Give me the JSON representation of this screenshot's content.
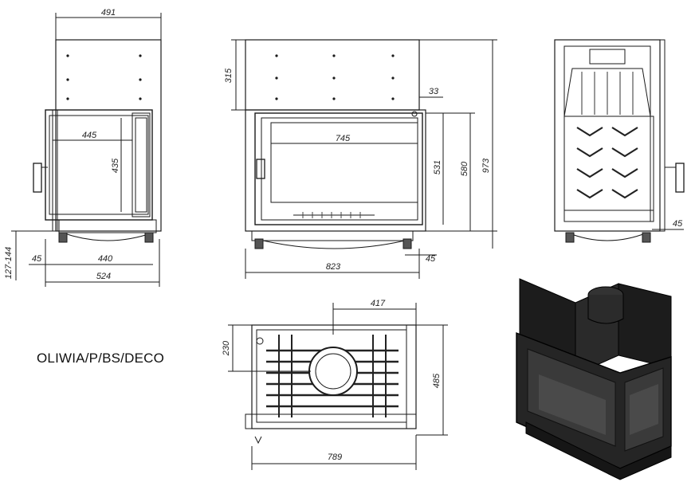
{
  "model_name": "OLIWIA/P/BS/DECO",
  "dimensions": {
    "front_width": "491",
    "front_glass_width": "445",
    "front_glass_height": "435",
    "front_leg_inset": "45",
    "front_base_width": "440",
    "front_total_width": "524",
    "front_leg_height": "127-144",
    "side_top_height": "315",
    "side_offset": "33",
    "side_glass_width": "745",
    "side_glass_height": "531",
    "side_door_height": "580",
    "side_total_height": "973",
    "side_total_width": "823",
    "side_leg_inset": "45",
    "back_leg_inset": "45",
    "top_flue_offset": "417",
    "top_flue_depth": "230",
    "top_depth": "485",
    "top_width": "789"
  },
  "views": [
    "front-view",
    "side-view",
    "back-view",
    "top-view",
    "isometric-view"
  ]
}
